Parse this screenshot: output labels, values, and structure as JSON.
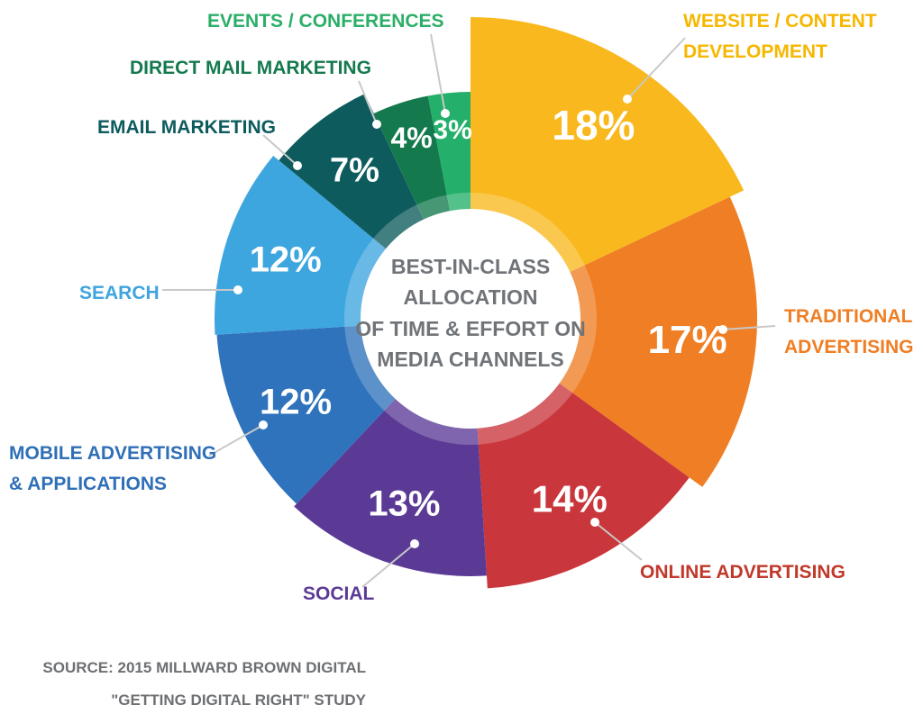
{
  "chart_data": {
    "type": "pie",
    "title_lines": [
      "BEST-IN-CLASS",
      "ALLOCATION",
      "OF TIME & EFFORT ON",
      "MEDIA CHANNELS"
    ],
    "slices": [
      {
        "label_lines": [
          "WEBSITE / CONTENT",
          "DEVELOPMENT"
        ],
        "value": 18,
        "value_label": "18%",
        "color": "#F9B91E",
        "label_color": "#F5B700"
      },
      {
        "label_lines": [
          "TRADITIONAL",
          "ADVERTISING"
        ],
        "value": 17,
        "value_label": "17%",
        "color": "#EF7E24",
        "label_color": "#EF7E24"
      },
      {
        "label_lines": [
          "ONLINE ADVERTISING"
        ],
        "value": 14,
        "value_label": "14%",
        "color": "#C9363B",
        "label_color": "#C0392B"
      },
      {
        "label_lines": [
          "SOCIAL"
        ],
        "value": 13,
        "value_label": "13%",
        "color": "#5B3A96",
        "label_color": "#5B3A96"
      },
      {
        "label_lines": [
          "MOBILE ADVERTISING",
          "& APPLICATIONS"
        ],
        "value": 12,
        "value_label": "12%",
        "color": "#2F73BC",
        "label_color": "#2F6FB7"
      },
      {
        "label_lines": [
          "SEARCH"
        ],
        "value": 12,
        "value_label": "12%",
        "color": "#3EA6DF",
        "label_color": "#3FA4DD"
      },
      {
        "label_lines": [
          "EMAIL MARKETING"
        ],
        "value": 7,
        "value_label": "7%",
        "color": "#0E5B5E",
        "label_color": "#0E5B5E"
      },
      {
        "label_lines": [
          "DIRECT MAIL MARKETING"
        ],
        "value": 4,
        "value_label": "4%",
        "color": "#147A4E",
        "label_color": "#147A4E"
      },
      {
        "label_lines": [
          "EVENTS / CONFERENCES"
        ],
        "value": 3,
        "value_label": "3%",
        "color": "#24B06A",
        "label_color": "#2BAF68"
      }
    ]
  },
  "source_lines": [
    "SOURCE: 2015 MILLWARD BROWN DIGITAL",
    "\"GETTING DIGITAL RIGHT\" STUDY"
  ]
}
